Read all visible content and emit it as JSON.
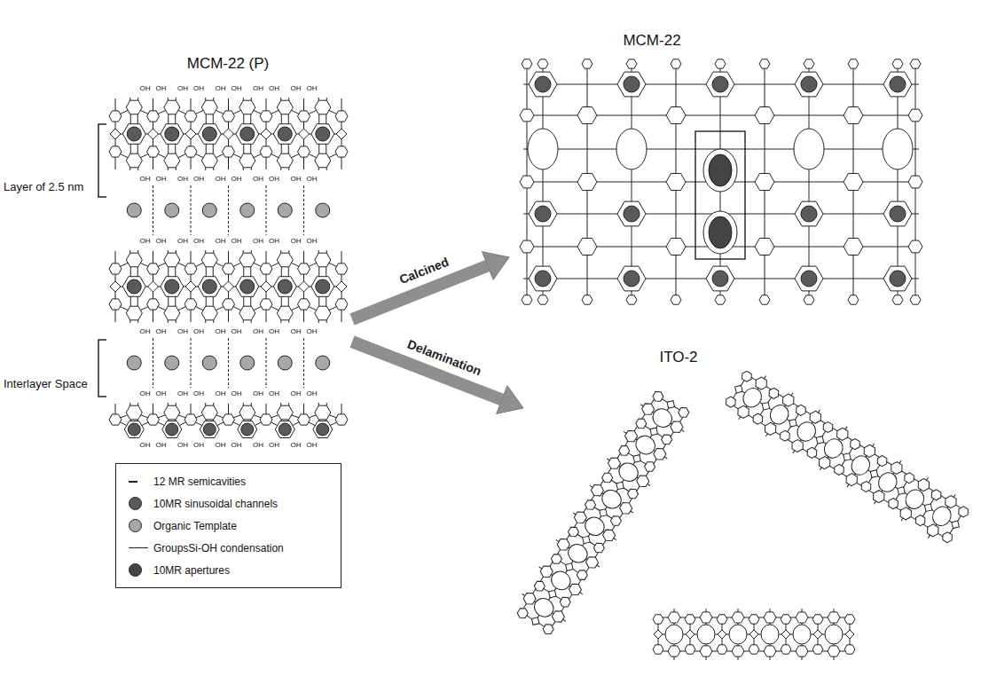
{
  "diagram": {
    "nodes": [
      {
        "text": [
          "MCM-22 (P)"
        ]
      },
      {
        "text": [
          "MCM-22"
        ]
      },
      {
        "text": [
          "ITO-2"
        ]
      }
    ],
    "edges": [
      {
        "from": 0,
        "to": 1,
        "label": "Calcined",
        "arrow": "to"
      },
      {
        "from": 0,
        "to": 2,
        "label": "Delamination",
        "arrow": "to"
      }
    ],
    "labels": [
      "Layer of 2.5 nm",
      "Interlayer Space",
      "OH",
      "OH",
      "OH",
      "OH",
      "OH",
      "OH",
      "OH",
      "OH",
      "OH",
      "OH",
      "OH",
      "OH",
      "OH",
      "OH",
      "OH",
      "OH",
      "OH",
      "OH",
      "OH",
      "OH",
      "OH",
      "OH",
      "OH",
      "OH",
      "OH",
      "OH",
      "OH",
      "OH",
      "OH",
      "OH",
      "OH",
      "OH",
      "OH",
      "OH",
      "OH",
      "OH",
      "OH",
      "OH",
      "OH",
      "OH",
      "OH",
      "OH",
      "OH",
      "OH",
      "OH",
      "OH",
      "OH",
      "OH",
      "OH",
      "OH",
      "OH",
      "OH",
      "OH",
      "OH",
      "OH",
      "OH",
      "OH",
      "OH",
      "OH",
      "OH"
    ],
    "legend": [
      {
        "text": "12 MR semicavities"
      },
      {
        "text": "10MR sinusoidal channels",
        "color": "#5a5a5a"
      },
      {
        "text": "Organic Template",
        "color": "#a8a8a8"
      },
      {
        "text": "GroupsSi-OH condensation"
      },
      {
        "text": "10MR apertures",
        "color": "#444444"
      }
    ]
  }
}
